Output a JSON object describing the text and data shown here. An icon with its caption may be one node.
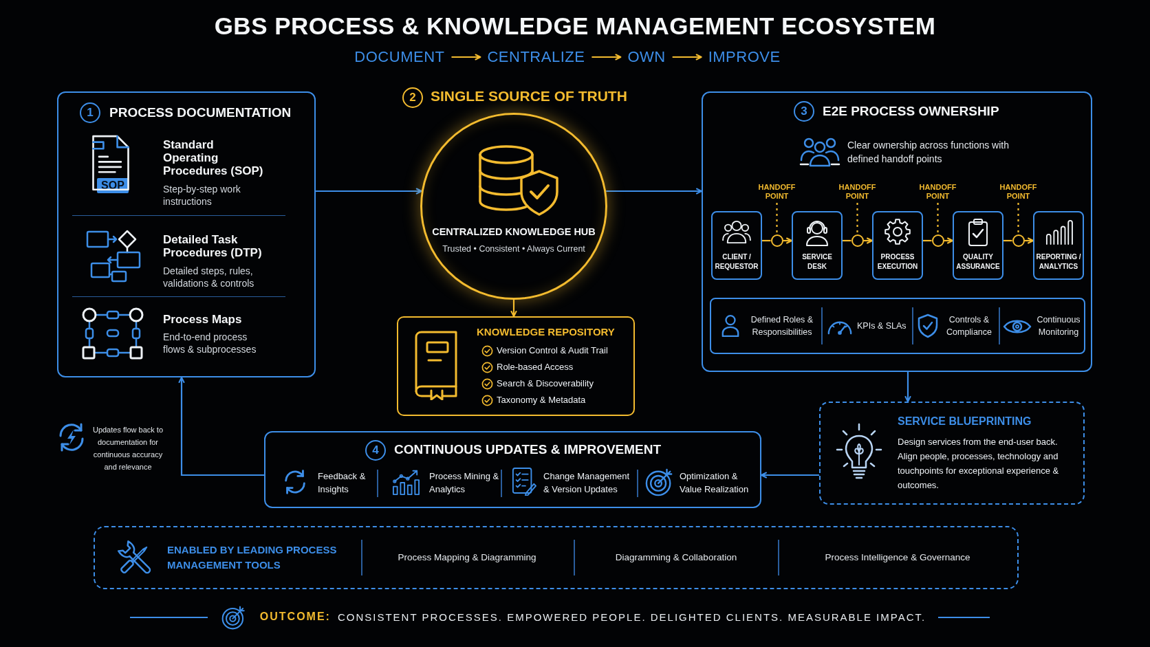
{
  "diagram": {
    "title": "GBS PROCESS & KNOWLEDGE MANAGEMENT ECOSYSTEM",
    "nodes": [
      {
        "text": [
          "DOCUMENT"
        ]
      },
      {
        "text": [
          "CENTRALIZE"
        ]
      },
      {
        "text": [
          "OWN"
        ]
      },
      {
        "text": [
          "IMPROVE"
        ]
      },
      {
        "text": [
          "1",
          "PROCESS DOCUMENTATION",
          "SOP",
          "Standard Operating Procedures (SOP)",
          "Step-by-step work instructions",
          "Detailed Task Procedures (DTP)",
          "Detailed steps, rules, validations & controls",
          "Process Maps",
          "End-to-end process flows & subprocesses"
        ]
      },
      {
        "text": [
          "CENTRALIZED KNOWLEDGE HUB",
          "Trusted • Consistent • Always Current"
        ],
        "beside": [
          "2",
          "SINGLE SOURCE OF TRUTH"
        ]
      },
      {
        "text": [
          "KNOWLEDGE REPOSITORY",
          "Version Control & Audit Trail",
          "Role-based Access",
          "Search & Discoverability",
          "Taxonomy & Metadata"
        ]
      },
      {
        "text": [
          "3",
          "E2E PROCESS OWNERSHIP",
          "Clear ownership across functions with defined handoff points"
        ]
      },
      {
        "text": [
          "HANDOFF POINT"
        ],
        "in": 7
      },
      {
        "text": [
          "HANDOFF POINT"
        ],
        "in": 7
      },
      {
        "text": [
          "HANDOFF POINT"
        ],
        "in": 7
      },
      {
        "text": [
          "HANDOFF POINT"
        ],
        "in": 7
      },
      {
        "text": [
          "CLIENT / REQUESTOR"
        ],
        "in": 7
      },
      {
        "text": [],
        "shape": "circle",
        "in": 7
      },
      {
        "text": [
          "SERVICE DESK"
        ],
        "in": 7
      },
      {
        "text": [],
        "shape": "circle",
        "in": 7
      },
      {
        "text": [
          "PROCESS EXECUTION"
        ],
        "in": 7
      },
      {
        "text": [],
        "shape": "circle",
        "in": 7
      },
      {
        "text": [
          "QUALITY ASSURANCE"
        ],
        "in": 7
      },
      {
        "text": [],
        "shape": "circle",
        "in": 7
      },
      {
        "text": [
          "REPORTING / ANALYTICS"
        ],
        "in": 7
      },
      {
        "text": [
          "Defined Roles & Responsibilities",
          "KPIs & SLAs",
          "Controls & Compliance",
          "Continuous Monitoring"
        ],
        "in": 7
      },
      {
        "text": [
          "SERVICE BLUEPRINTING",
          "Design services from the end-user back. Align people, processes, technology and touchpoints for exceptional experience & outcomes."
        ]
      },
      {
        "text": [
          "4",
          "CONTINUOUS UPDATES & IMPROVEMENT",
          "Feedback & Insights",
          "Process Mining & Analytics",
          "Change Management & Version Updates",
          "Optimization & Value Realization"
        ]
      },
      {
        "text": [
          "ENABLED BY LEADING PROCESS MANAGEMENT TOOLS",
          "Process Mapping & Diagramming",
          "Diagramming & Collaboration",
          "Process Intelligence & Governance"
        ]
      }
    ],
    "edges": [
      {
        "from": 0,
        "to": 1,
        "arrow": "to"
      },
      {
        "from": 1,
        "to": 2,
        "arrow": "to"
      },
      {
        "from": 2,
        "to": 3,
        "arrow": "to"
      },
      {
        "from": 4,
        "to": 5,
        "arrow": "to",
        "color": "#3d8ee8"
      },
      {
        "from": 5,
        "to": 7,
        "arrow": "to",
        "color": "#3d8ee8"
      },
      {
        "from": 5,
        "to": 6,
        "arrow": "to"
      },
      {
        "from": 12,
        "to": 13,
        "arrow": "none"
      },
      {
        "from": 13,
        "to": 14,
        "arrow": "to"
      },
      {
        "from": 14,
        "to": 15,
        "arrow": "none"
      },
      {
        "from": 15,
        "to": 16,
        "arrow": "to"
      },
      {
        "from": 16,
        "to": 17,
        "arrow": "none"
      },
      {
        "from": 17,
        "to": 18,
        "arrow": "to"
      },
      {
        "from": 18,
        "to": 19,
        "arrow": "none"
      },
      {
        "from": 19,
        "to": 20,
        "arrow": "to"
      },
      {
        "from": 8,
        "to": 13,
        "arrow": "none",
        "style": "dashed"
      },
      {
        "from": 9,
        "to": 15,
        "arrow": "none",
        "style": "dashed"
      },
      {
        "from": 10,
        "to": 17,
        "arrow": "none",
        "style": "dashed"
      },
      {
        "from": 11,
        "to": 19,
        "arrow": "none",
        "style": "dashed"
      },
      {
        "from": 7,
        "to": 22,
        "arrow": "to",
        "color": "#3d8ee8"
      },
      {
        "from": 22,
        "to": 23,
        "arrow": "to",
        "color": "#3d8ee8"
      },
      {
        "from": 23,
        "to": 4,
        "arrow": "to",
        "color": "#3d8ee8"
      }
    ],
    "labels": [
      "Updates flow back to documentation for continuous accuracy and relevance",
      "OUTCOME:",
      "CONSISTENT PROCESSES. EMPOWERED PEOPLE. DELIGHTED CLIENTS. MEASURABLE IMPACT."
    ]
  }
}
